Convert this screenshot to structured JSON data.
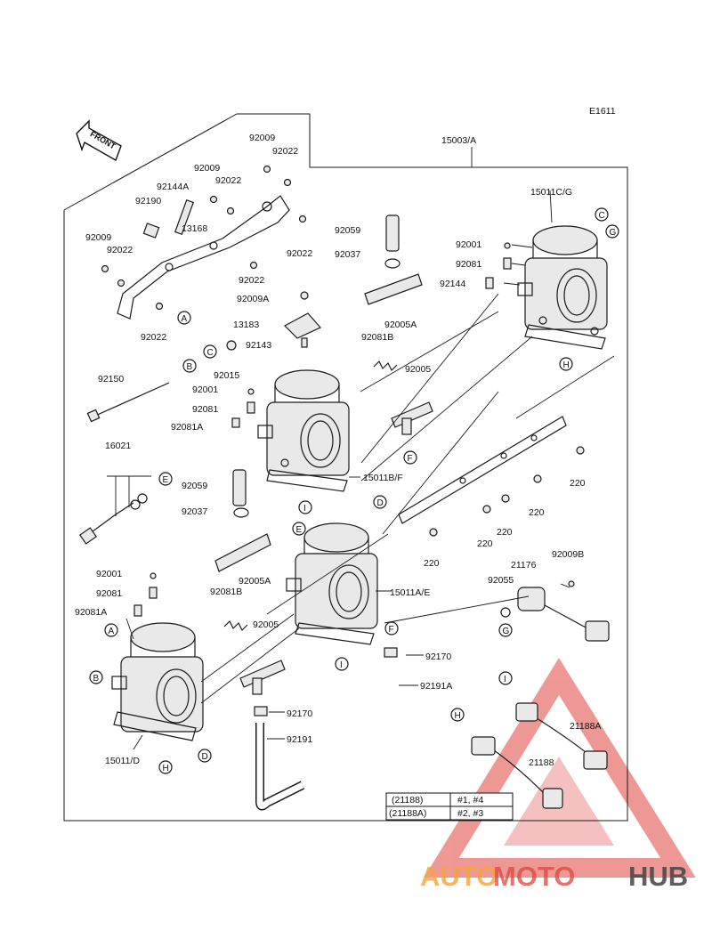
{
  "diagram_code": "E1611",
  "front_label": "FRONT",
  "assembly": "15003/A",
  "parts": {
    "p15011CG": "15011C/G",
    "p92001_top": "92001",
    "p92081_top": "92081",
    "p92144": "92144",
    "p92059_top": "92059",
    "p92037_top": "92037",
    "p92005A_top": "92005A",
    "p92081B_top": "92081B",
    "p92005_mid": "92005",
    "p15011BF": "15011B/F",
    "p92009_a": "92009",
    "p92022_a": "92022",
    "p92009_b": "92009",
    "p92022_b": "92022",
    "p92144A": "92144A",
    "p92190": "92190",
    "p13168": "13168",
    "p92009_c": "92009",
    "p92022_c": "92022",
    "p92022_d": "92022",
    "p92022_e": "92022",
    "p92009A": "92009A",
    "p92022_f": "92022",
    "p13183": "13183",
    "p92143": "92143",
    "p92015": "92015",
    "p92150": "92150",
    "p92001_mid": "92001",
    "p92081_mid": "92081",
    "p92081A_mid": "92081A",
    "p16021": "16021",
    "p92059_low": "92059",
    "p92037_low": "92037",
    "p92001_low": "92001",
    "p92081_low": "92081",
    "p92081A_low": "92081A",
    "p92005A_low": "92005A",
    "p92081B_low": "92081B",
    "p92005_low": "92005",
    "p15011AE": "15011A/E",
    "p15011D": "15011/D",
    "p220_a": "220",
    "p220_b": "220",
    "p220_c": "220",
    "p220_d": "220",
    "p220_e": "220",
    "p21176": "21176",
    "p92009B": "92009B",
    "p92055": "92055",
    "p92170_a": "92170",
    "p92191A": "92191A",
    "p92170_b": "92170",
    "p92191": "92191",
    "p21188A": "21188A",
    "p21188": "21188"
  },
  "callouts": {
    "A1": "A",
    "A2": "A",
    "B1": "B",
    "B2": "B",
    "C1": "C",
    "C2": "C",
    "D1": "D",
    "D2": "D",
    "E1": "E",
    "E2": "E",
    "F1": "F",
    "F2": "F",
    "G1": "G",
    "G2": "G",
    "H1": "H",
    "H2": "H",
    "H3": "H",
    "I1": "I",
    "I2": "I",
    "I3": "I"
  },
  "legend": {
    "rows": [
      {
        "part": "(21188)",
        "note": "#1, #4"
      },
      {
        "part": "(21188A)",
        "note": "#2, #3"
      }
    ]
  },
  "watermark": {
    "word_a": "AUTO",
    "word_b": "MOTO",
    "word_c": "HUB",
    "color_orange": "#f2a53b",
    "color_red": "#e0453f",
    "color_dark": "#444444"
  }
}
